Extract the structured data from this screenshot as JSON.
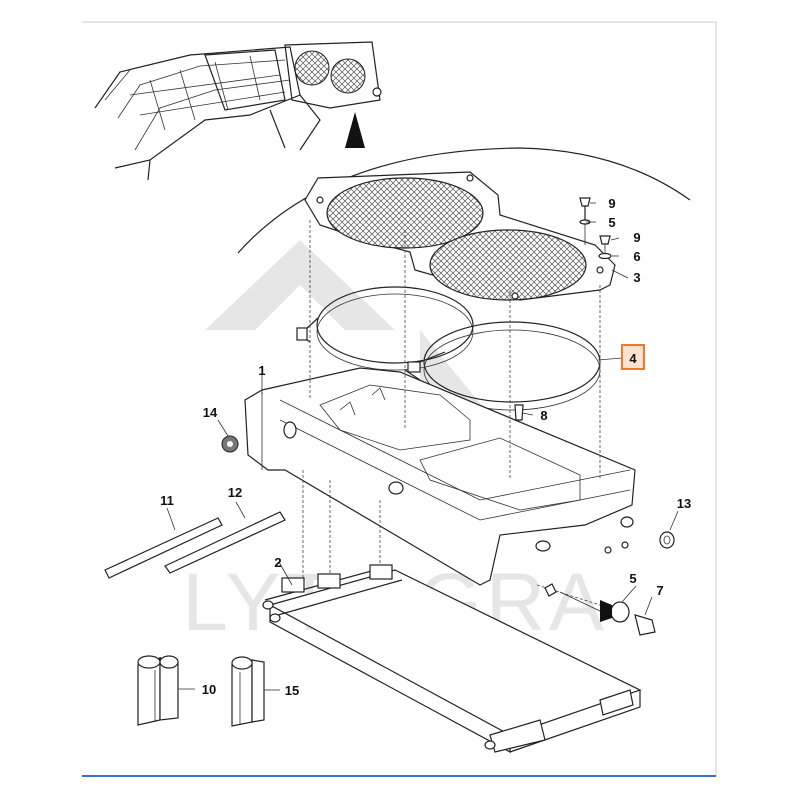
{
  "diagram": {
    "watermark": "LYT AGRA",
    "highlight_color": "#f07a2a",
    "highlight_fill": "#fde3cf",
    "frame_accent_color": "#3b6fd6",
    "callouts": [
      {
        "id": "1",
        "label": "1"
      },
      {
        "id": "2",
        "label": "2"
      },
      {
        "id": "3",
        "label": "3"
      },
      {
        "id": "4",
        "label": "4",
        "highlighted": true
      },
      {
        "id": "5a",
        "label": "5"
      },
      {
        "id": "5b",
        "label": "5"
      },
      {
        "id": "6",
        "label": "6"
      },
      {
        "id": "7",
        "label": "7"
      },
      {
        "id": "8",
        "label": "8"
      },
      {
        "id": "9a",
        "label": "9"
      },
      {
        "id": "9b",
        "label": "9"
      },
      {
        "id": "10",
        "label": "10"
      },
      {
        "id": "11",
        "label": "11"
      },
      {
        "id": "12",
        "label": "12"
      },
      {
        "id": "13",
        "label": "13"
      },
      {
        "id": "14",
        "label": "14"
      },
      {
        "id": "15",
        "label": "15"
      }
    ]
  }
}
